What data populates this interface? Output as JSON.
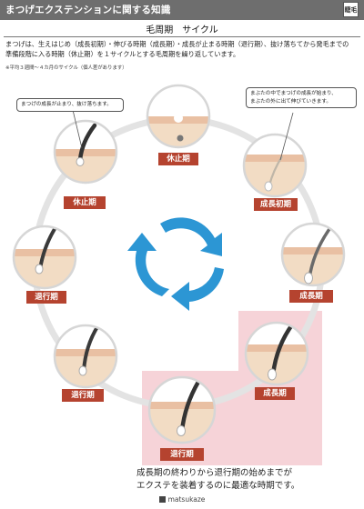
{
  "header": {
    "title": "まつげエクステンションに関する知識",
    "logo_text": "睫毛"
  },
  "subtitle": "毛周期　サイクル",
  "intro": {
    "line1": "まつげは、生えはじめ（成長初期）・伸びる時期（成長期）・成長が止まる時期（退行期）、抜け落ちてから発毛までの",
    "line2": "準備段階に入る時期（休止期）を１サイクルとする毛周期を繰り返しています。",
    "note": "※平均３週間～４カ月のサイクル（個人差があります）"
  },
  "stages": {
    "top": "休止期",
    "upper_right": "成長初期",
    "right": "成長期",
    "lower_right": "成長期",
    "bottom": "退行期",
    "lower_left": "退行期",
    "left": "退行期",
    "upper_left": "休止期"
  },
  "bubbles": {
    "left": "まつげの成長が止まり、抜け落ちます。",
    "right_line1": "まぶたの中でまつげの成長が始まり、",
    "right_line2": "まぶたの外に出て伸びていきます。"
  },
  "conclusion": {
    "line1": "成長期の終わりから退行期の始めまでが",
    "line2": "エクステを装着するのに最適な時期です。"
  },
  "footer": {
    "brand": "matsukaze"
  },
  "colors": {
    "label_bg": "#b5432f",
    "ring": "#e3e3e3",
    "skin": "#f2dcc4",
    "arrow": "#2c96d4",
    "highlight": "#f6d3d8"
  }
}
